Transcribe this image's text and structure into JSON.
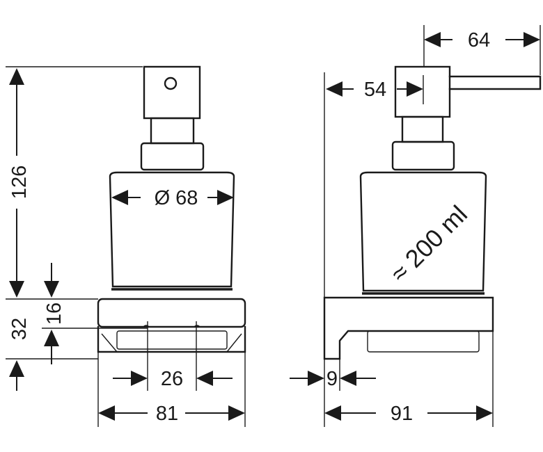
{
  "dimensions": {
    "total_height": "126",
    "base_height": "32",
    "tray_offset": "16",
    "diameter": "Ø 68",
    "tray_width": "26",
    "front_width": "81",
    "pump_reach": "64",
    "body_offset": "54",
    "wall_plate": "9",
    "side_depth": "91"
  },
  "capacity": "≈ 200 ml",
  "colors": {
    "line": "#1a1a1a",
    "background": "#ffffff"
  }
}
